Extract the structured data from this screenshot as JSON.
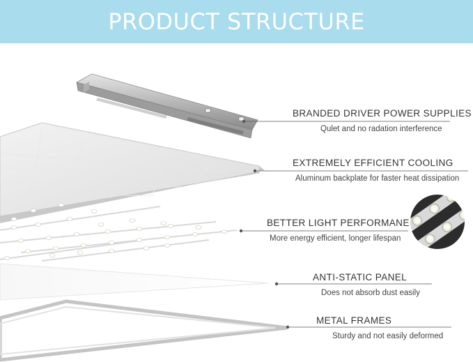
{
  "header": {
    "title": "PRODUCT STRUCTURE"
  },
  "features": [
    {
      "title": "BRANDED DRIVER POWER SUPPLIES",
      "description": "Qulet and no radation interference"
    },
    {
      "title": "EXTREMELY EFFICIENT COOLING",
      "description": "Aluminum backplate for faster heat dissipation"
    },
    {
      "title": "BETTER LIGHT PERFORMANE",
      "description": "More energy efficient, longer lifespan"
    },
    {
      "title": "ANTI-STATIC PANEL",
      "description": "Does not absorb dust easily"
    },
    {
      "title": "METAL FRAMES",
      "description": "Sturdy and not easily deformed"
    }
  ],
  "colors": {
    "banner": "#a9dcec",
    "text": "#333333",
    "leader_line": "#555555"
  }
}
